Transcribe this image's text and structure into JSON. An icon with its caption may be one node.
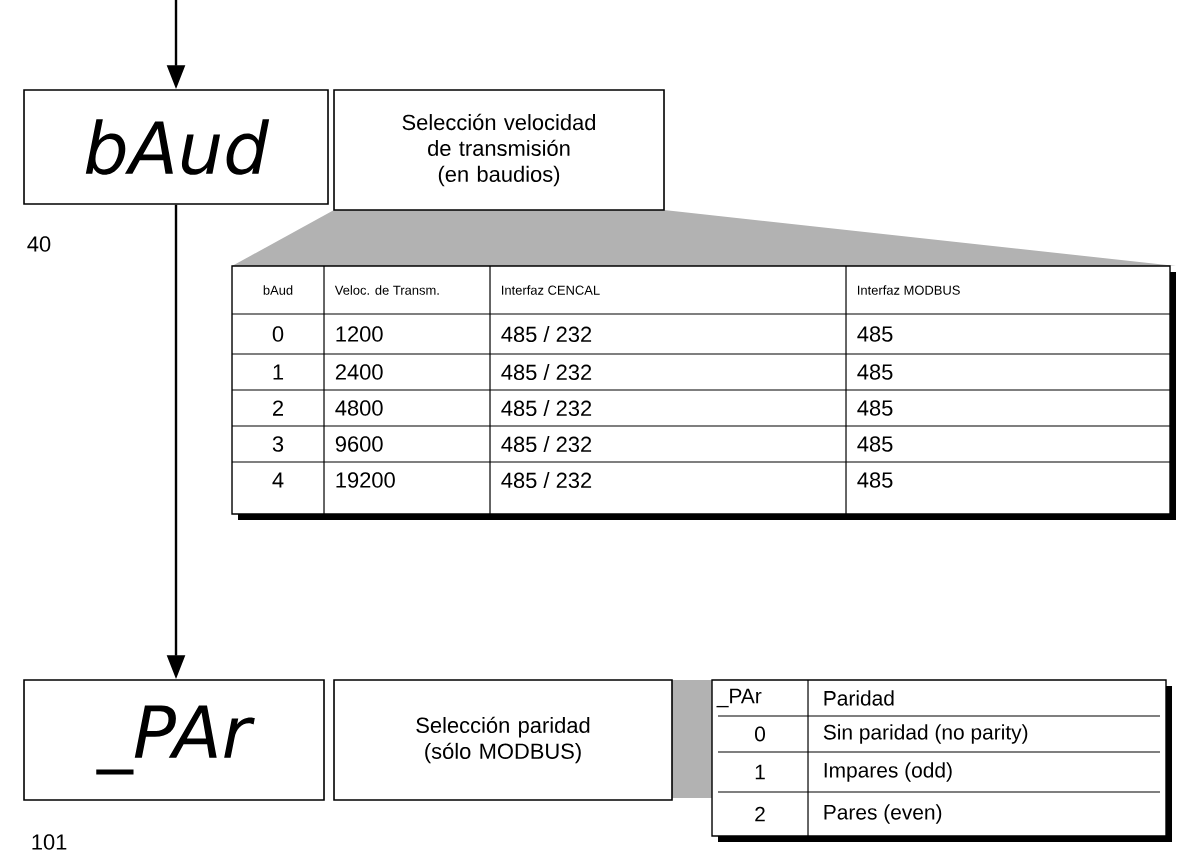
{
  "diagram": {
    "nodes": [
      {
        "text": [
          "bAud"
        ]
      },
      {
        "text": [
          "Selección velocidad de transmisión (en baudios)"
        ]
      },
      {
        "text": [
          "_PAr"
        ]
      },
      {
        "text": [
          "Selección paridad (sólo MODBUS)"
        ]
      }
    ],
    "edges": [
      {
        "from": null,
        "to": 0,
        "arrow": "to"
      },
      {
        "from": 0,
        "to": 2,
        "arrow": "to"
      }
    ],
    "labels": [
      "40",
      "bAud",
      "Veloc. de Transm.",
      "Interfaz CENCAL",
      "Interfaz MODBUS",
      "0",
      "1200",
      "485 / 232",
      "485",
      "1",
      "2400",
      "485 / 232",
      "485",
      "2",
      "4800",
      "485 / 232",
      "485",
      "3",
      "9600",
      "485 / 232",
      "485",
      "4",
      "19200",
      "485 / 232",
      "485",
      "_PAr",
      "Paridad",
      "0",
      "Sin paridad (no parity)",
      "1",
      "Impares (odd)",
      "2",
      "Pares (even)",
      "101"
    ]
  }
}
